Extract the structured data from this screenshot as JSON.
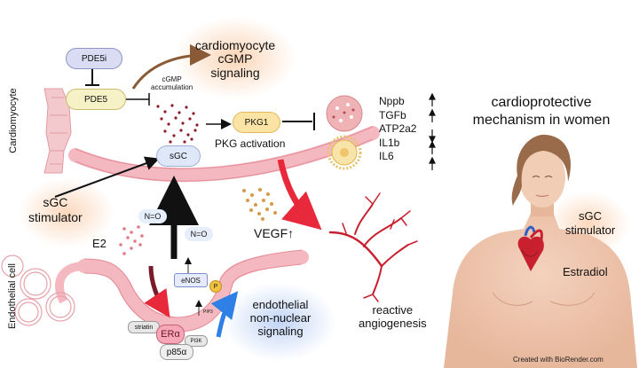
{
  "side_labels": {
    "top": "Cardiomyocyte",
    "bottom": "Endothelial cell"
  },
  "nodes": {
    "pde5i": "PDE5i",
    "pde5": "PDE5",
    "sgc": "sGC",
    "pkg1": "PKG1",
    "enos": "eNOS",
    "p": "P",
    "pip3": "PIP3",
    "pi3k": "PI3K",
    "striatin": "striatin",
    "era": "ERα",
    "p85": "p85α"
  },
  "texts": {
    "cgmp_signaling": [
      "cardiomyocyte",
      "cGMP",
      "signaling"
    ],
    "cgmp_accumulation": [
      "cGMP",
      "accumulation"
    ],
    "pkg_activation": "PKG activation",
    "sgc_stimulator_left": [
      "sGC",
      "stimulator"
    ],
    "e2": "E2",
    "no1": "N=O",
    "no2": "N=O",
    "vegf": "VEGF↑",
    "reactive": [
      "reactive",
      "angiogenesis"
    ],
    "endothelial_signaling": [
      "endothelial",
      "non-nuclear",
      "signaling"
    ],
    "cardioprotective": [
      "cardioprotective",
      "mechanism in women"
    ],
    "sgc_stimulator_right": [
      "sGC",
      "stimulator"
    ],
    "estradiol": "Estradiol",
    "credit": "Created with BioRender.com"
  },
  "genes": [
    {
      "name": "Nppb",
      "direction": "up"
    },
    {
      "name": "TGFb",
      "direction": "up"
    },
    {
      "name": "ATP2a2",
      "direction": "down"
    },
    {
      "name": "IL1b",
      "direction": "up"
    },
    {
      "name": "IL6",
      "direction": "up"
    }
  ],
  "colors": {
    "membrane": "#f4b9c0",
    "membrane_edge": "#e58c97",
    "brown_arrow": "#8a5a36",
    "red_arrow": "#e8283b",
    "blue_arrow": "#2f80e6",
    "orange_glow": "#f7b27a",
    "blue_glow": "#8fb2ee",
    "pkg_fill": "#fbe3a6",
    "pde_fill": "#f7f1c8",
    "pde5i_fill": "#d9dcf2"
  }
}
